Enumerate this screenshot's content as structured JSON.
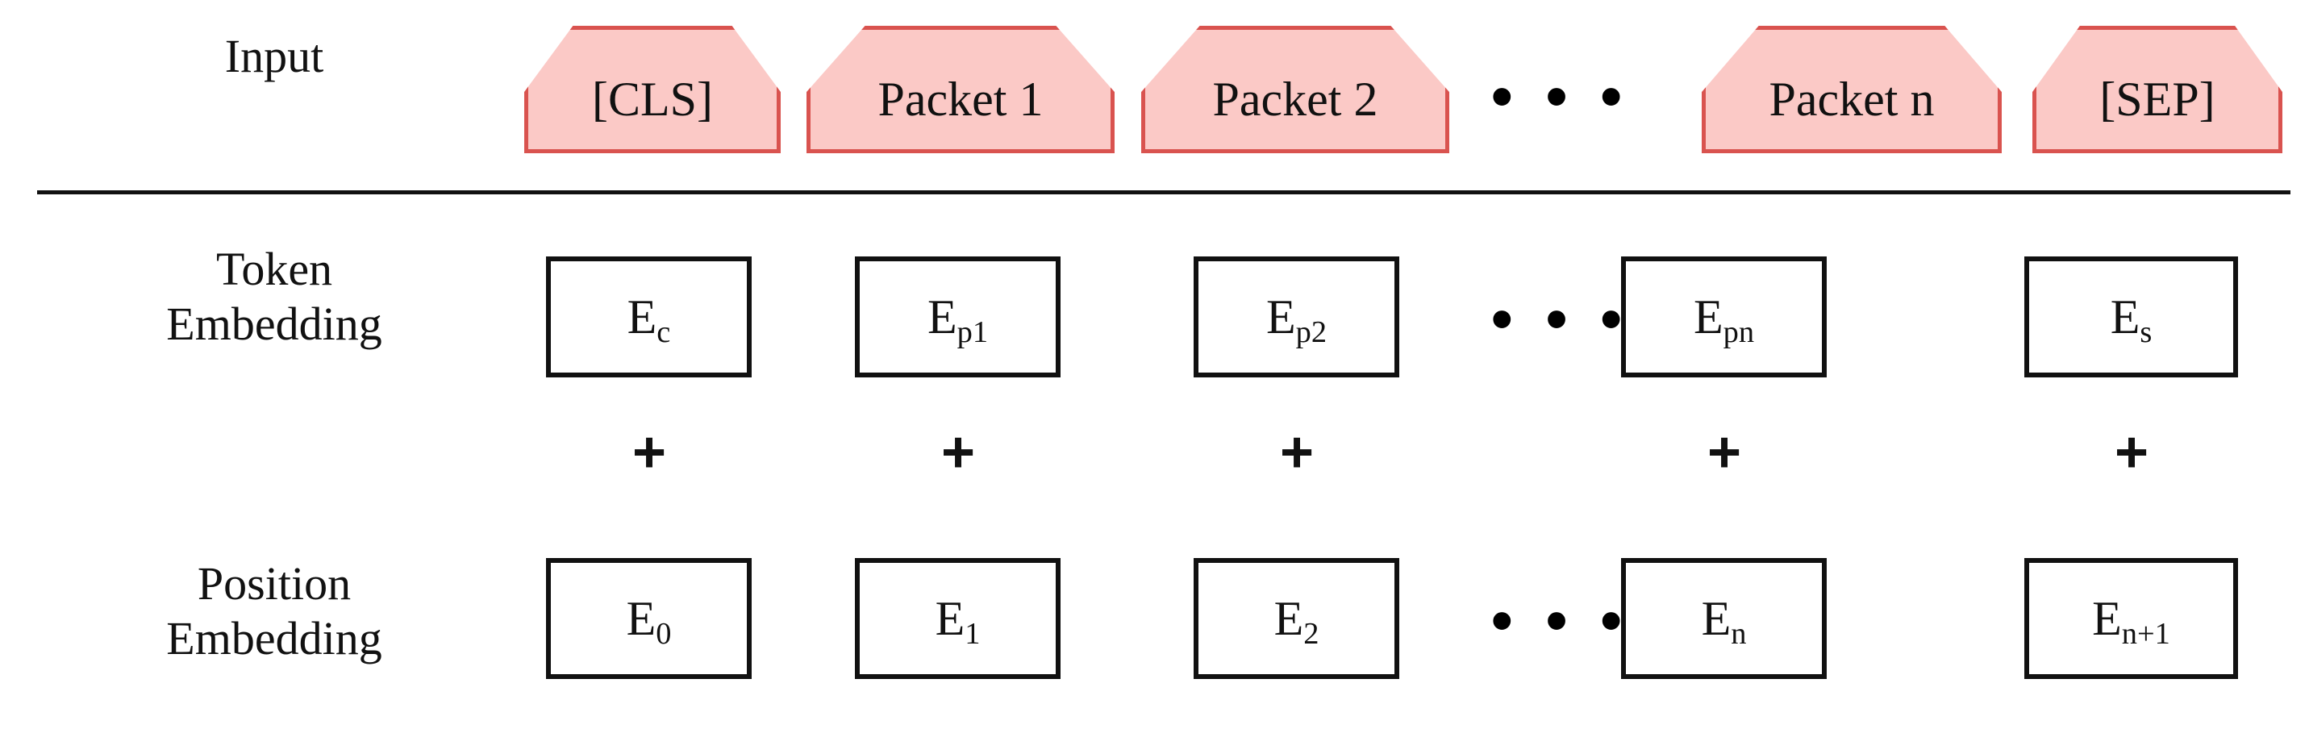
{
  "figure": {
    "rows": [
      {
        "id": "input",
        "label_lines": [
          "Input"
        ],
        "kind": "pentagon",
        "cells": [
          {
            "text": "[CLS]"
          },
          {
            "text": "Packet 1"
          },
          {
            "text": "Packet 2"
          },
          {
            "text": "Packet n"
          },
          {
            "text": "[SEP]"
          }
        ],
        "ellipsis": "• • •"
      },
      {
        "id": "token-embedding",
        "label_lines": [
          "Token",
          "Embedding"
        ],
        "kind": "box",
        "cells": [
          {
            "base": "E",
            "sub": "c"
          },
          {
            "base": "E",
            "sub": "p1"
          },
          {
            "base": "E",
            "sub": "p2"
          },
          {
            "base": "E",
            "sub": "pn"
          },
          {
            "base": "E",
            "sub": "s"
          }
        ],
        "ellipsis": "• • •"
      },
      {
        "id": "operator",
        "label_lines": [],
        "kind": "operator",
        "cells": [
          {
            "text": "+"
          },
          {
            "text": "+"
          },
          {
            "text": "+"
          },
          {
            "text": "+"
          },
          {
            "text": "+"
          }
        ],
        "ellipsis": ""
      },
      {
        "id": "position-embedding",
        "label_lines": [
          "Position",
          "Embedding"
        ],
        "kind": "box",
        "cells": [
          {
            "base": "E",
            "sub": "0"
          },
          {
            "base": "E",
            "sub": "1"
          },
          {
            "base": "E",
            "sub": "2"
          },
          {
            "base": "E",
            "sub": "n"
          },
          {
            "base": "E",
            "sub": "n+1"
          }
        ],
        "ellipsis": "• • •"
      }
    ],
    "colors": {
      "pentagon_fill": "#FBC9C6",
      "pentagon_border": "#D9534F",
      "box_border": "#111111",
      "box_fill": "#FFFFFF",
      "text": "#111111",
      "divider": "#111111",
      "background": "#FFFFFF"
    }
  }
}
